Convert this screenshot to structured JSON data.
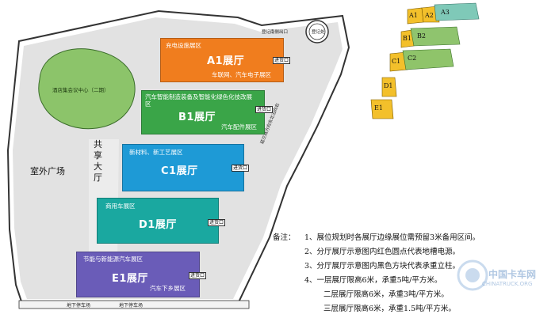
{
  "colors": {
    "a1": "#f07d1e",
    "b1": "#3aa548",
    "c1": "#1e9ad6",
    "d1": "#1aa8a0",
    "e1": "#6a5cb8",
    "ground": "#d8d8d8",
    "green_area": "#8cc46a",
    "outline": "#333333"
  },
  "map": {
    "hotel": "酒店集会议中心（二期）",
    "plaza": "室外广场",
    "corridor": "共享大厅",
    "roadside_label": "延兰路方向东北沿向右",
    "top_gate": "登记南侧出口",
    "circle_label": "登记处",
    "bottom_labels": [
      "地下停车场",
      "地下停车场"
    ]
  },
  "halls": {
    "a1": {
      "name": "A1展厅",
      "top_note": "充电设施展区",
      "sub_note": "车联网、汽车电子展区",
      "door": "进货口"
    },
    "b1": {
      "name": "B1展厅",
      "top_note": "汽车智能制造装备及智能化绿色化技改展区",
      "sub_note": "汽车配件展区",
      "door": "进货口"
    },
    "c1": {
      "name": "C1展厅",
      "top_note": "新材料、新工艺展区",
      "sub_note": "",
      "door": "进货口"
    },
    "d1": {
      "name": "D1展厅",
      "top_note": "商用车展区",
      "sub_note": "",
      "door": "进货口"
    },
    "e1": {
      "name": "E1展厅",
      "top_note": "节能与新能源汽车展区",
      "sub_note": "汽车下乡展区",
      "door": "进货口"
    }
  },
  "floor_plan_labels": [
    "A1",
    "A2",
    "A3",
    "B1",
    "B2",
    "C1",
    "C2",
    "D1",
    "E1"
  ],
  "notes": {
    "prefix": "备注：",
    "items": [
      "1、展位规划时各展厅边缘展位需预留3米备用区间。",
      "2、分厅展厅示意图内红色圆点代表地槽电源。",
      "3、分厅展厅示意图内黑色方块代表承重立柱。",
      "4、一层展厅限高6米，承重5吨/平方米。",
      "二层展厅限高6米，承重3吨/平方米。",
      "三层展厅限高6米，承重1.5吨/平方米。"
    ]
  },
  "watermark": {
    "cn": "中国卡车网",
    "en": "CHINATRUCK.ORG"
  }
}
